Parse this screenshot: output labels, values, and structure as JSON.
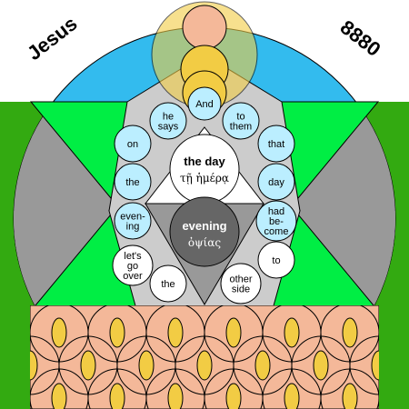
{
  "corner_left": "Jesus",
  "corner_right": "8880",
  "center_top": {
    "title": "the day",
    "greek": "τῇ ἡμέρᾳ"
  },
  "center_bottom": {
    "title": "evening",
    "greek": "ὀψίας"
  },
  "words": [
    {
      "lines": [
        "And"
      ]
    },
    {
      "lines": [
        "he",
        "says"
      ]
    },
    {
      "lines": [
        "to",
        "them"
      ]
    },
    {
      "lines": [
        "on"
      ]
    },
    {
      "lines": [
        "that"
      ]
    },
    {
      "lines": [
        "the"
      ]
    },
    {
      "lines": [
        "day"
      ]
    },
    {
      "lines": [
        "even-",
        "ing"
      ]
    },
    {
      "lines": [
        "had",
        "be-",
        "come"
      ]
    },
    {
      "lines": [
        "let's",
        "go",
        "over"
      ]
    },
    {
      "lines": [
        "to"
      ]
    },
    {
      "lines": [
        "the"
      ]
    },
    {
      "lines": [
        "other",
        "side"
      ]
    }
  ],
  "colors": {
    "sky": "#33bbee",
    "grass": "#33aa11",
    "green": "#00ee44",
    "gray": "#999999",
    "light_gray": "#cccccc",
    "circle": "#bbeeff",
    "skin": "#f4b899",
    "gold": "#f2cc44",
    "dark_gray": "#666666"
  }
}
